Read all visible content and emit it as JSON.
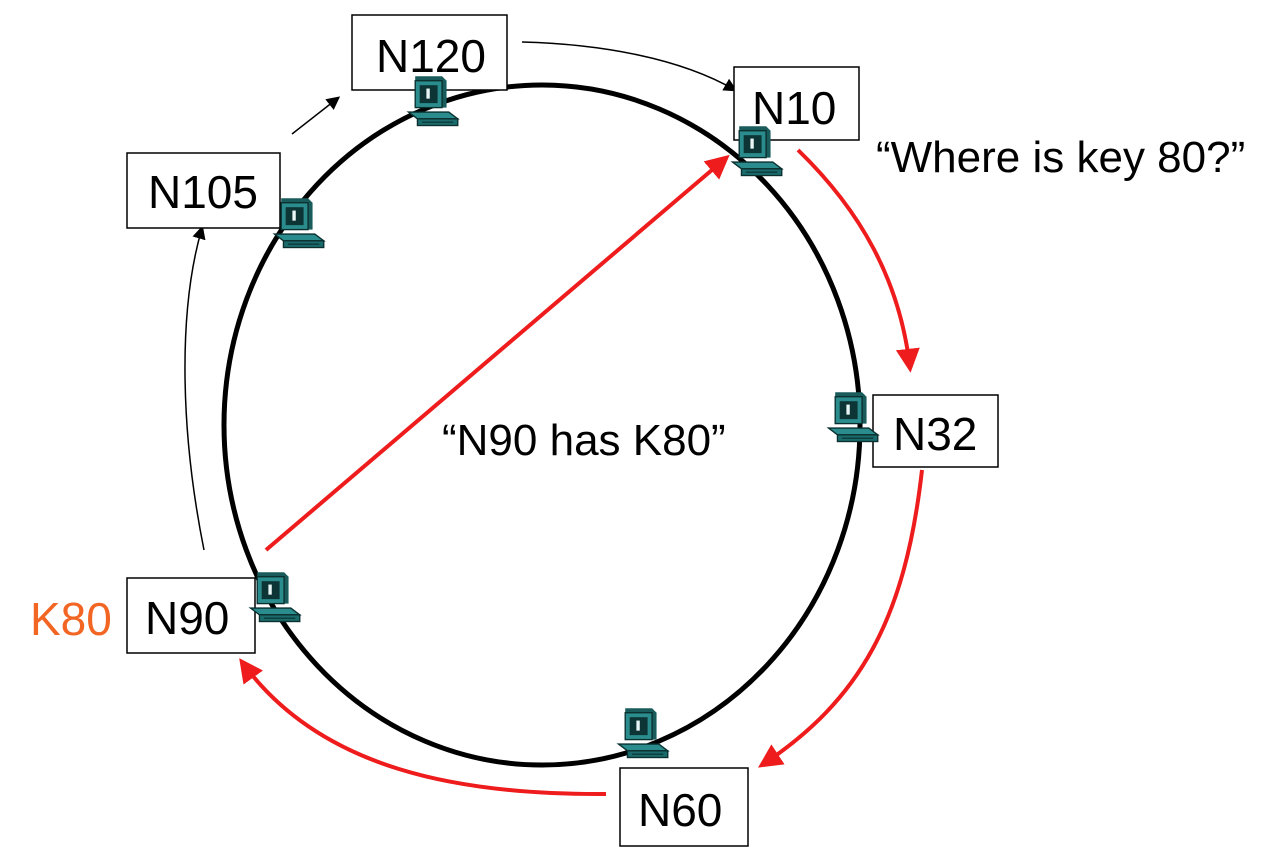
{
  "nodes": {
    "n120": "N120",
    "n10": "N10",
    "n105": "N105",
    "n32": "N32",
    "n90": "N90",
    "n60": "N60"
  },
  "key_label": "K80",
  "query_text": "“Where is key 80?”",
  "answer_text": "“N90 has K80”",
  "colors": {
    "ring": "#000000",
    "lookup_path": "#ee1c1c",
    "key": "#f26522",
    "computer_teal": "#2a8c8c"
  },
  "icons": {
    "computer": "computer-icon"
  }
}
